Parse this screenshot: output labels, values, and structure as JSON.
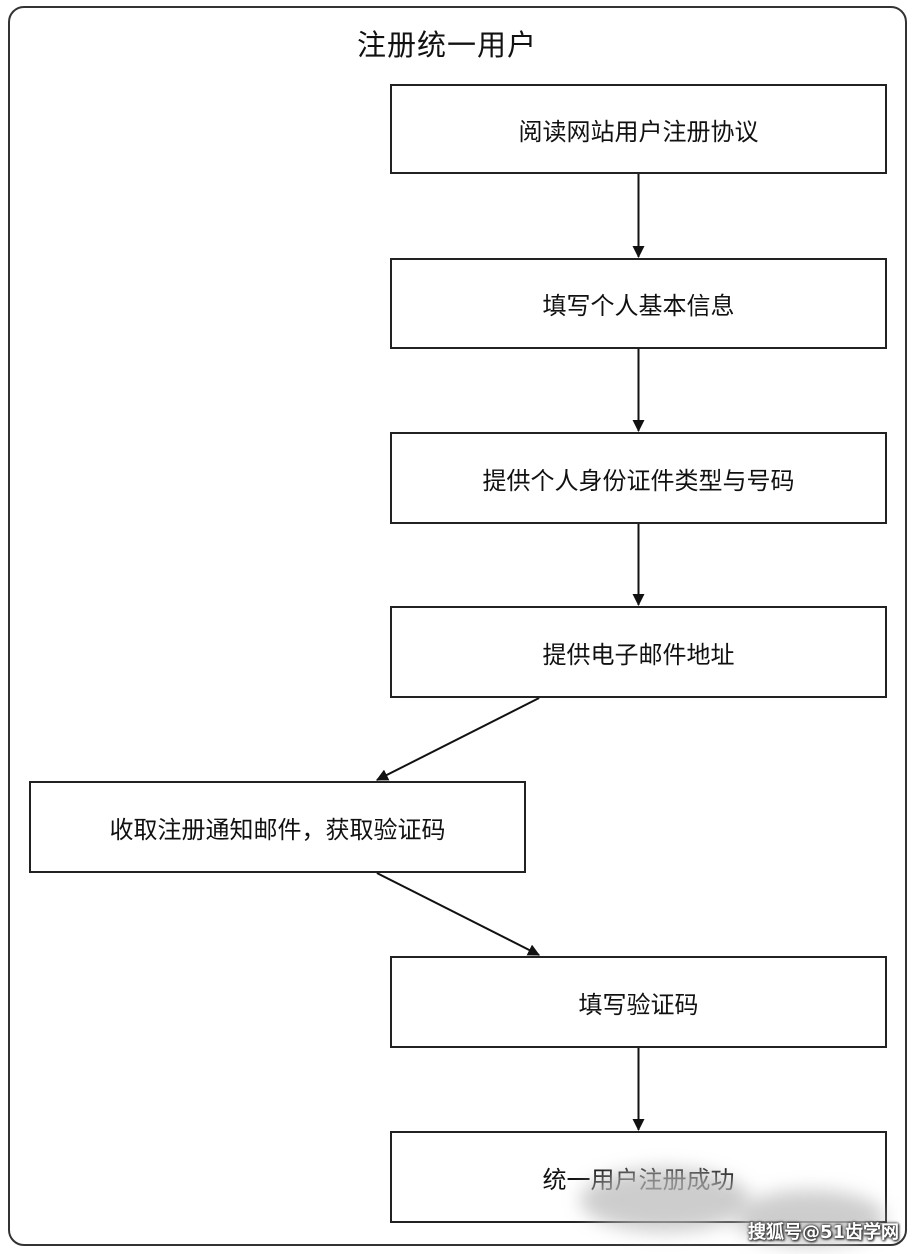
{
  "diagram": {
    "title": "注册统一用户",
    "steps": [
      {
        "id": "read-agreement",
        "label": "阅读网站用户注册协议"
      },
      {
        "id": "fill-basic-info",
        "label": "填写个人基本信息"
      },
      {
        "id": "provide-id",
        "label": "提供个人身份证件类型与号码"
      },
      {
        "id": "provide-email",
        "label": "提供电子邮件地址"
      },
      {
        "id": "receive-email",
        "label": "收取注册通知邮件，获取验证码"
      },
      {
        "id": "fill-code",
        "label": "填写验证码"
      },
      {
        "id": "success",
        "label": "统一用户注册成功"
      }
    ],
    "edges": [
      {
        "from": "read-agreement",
        "to": "fill-basic-info"
      },
      {
        "from": "fill-basic-info",
        "to": "provide-id"
      },
      {
        "from": "provide-id",
        "to": "provide-email"
      },
      {
        "from": "provide-email",
        "to": "receive-email"
      },
      {
        "from": "receive-email",
        "to": "fill-code"
      },
      {
        "from": "fill-code",
        "to": "success"
      }
    ],
    "line_color": "#111111"
  },
  "watermark": {
    "text": "搜狐号@51齿学网"
  }
}
